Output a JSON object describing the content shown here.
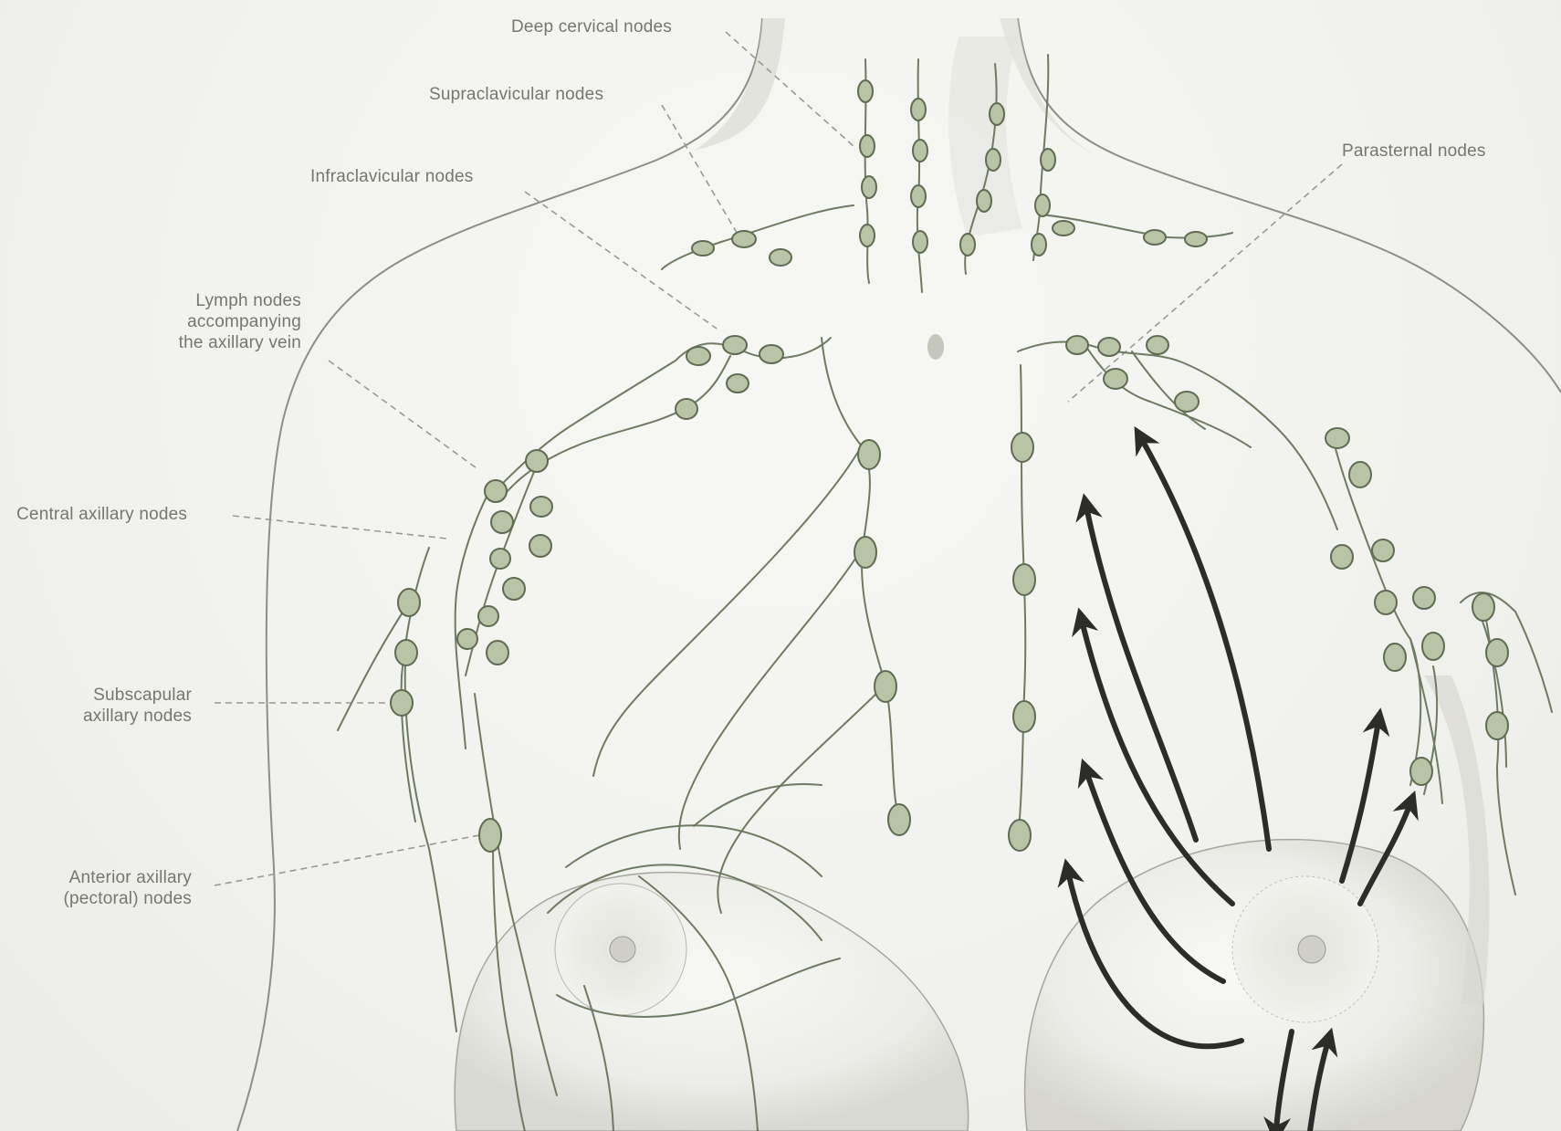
{
  "labels": {
    "deep_cervical": "Deep cervical nodes",
    "supraclavicular": "Supraclavicular nodes",
    "infraclavicular": "Infraclavicular nodes",
    "parasternal": "Parasternal nodes",
    "axillary_vein": "Lymph nodes\naccompanying\nthe axillary vein",
    "central_axillary": "Central axillary nodes",
    "subscapular": "Subscapular\naxillary nodes",
    "anterior_axillary": "Anterior axillary\n(pectoral) nodes"
  },
  "colors": {
    "background": "#f2f2ef",
    "skin_shadow": "#c9c9c2",
    "outline": "#8e8e86",
    "vessel": "#6f7a63",
    "node_fill": "#b9c3a6",
    "node_stroke": "#5f6b52",
    "leader": "#9a9a92",
    "arrow": "#2c2c2a",
    "label_text": "#77776f"
  }
}
